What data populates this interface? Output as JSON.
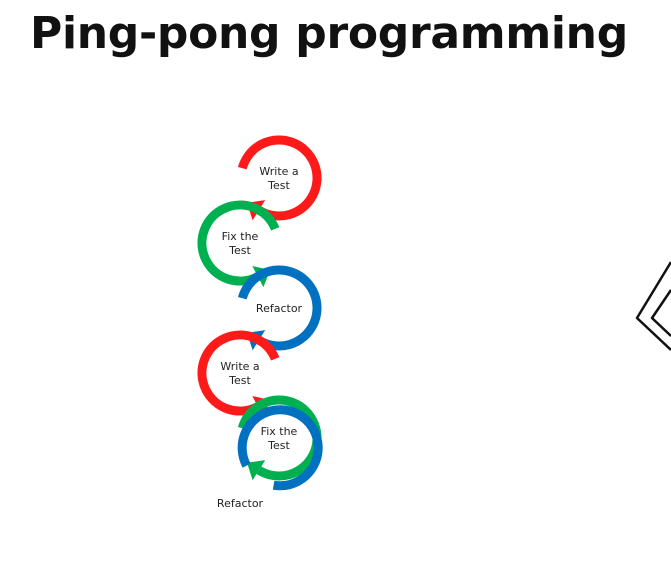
{
  "title": "Ping-pong programming",
  "cycle": [
    {
      "step": "write",
      "lines": [
        "Write a",
        "Test"
      ],
      "color": "#ff1a1a"
    },
    {
      "step": "fix",
      "lines": [
        "Fix the",
        "Test"
      ],
      "color": "#00b050"
    },
    {
      "step": "refactor",
      "lines": [
        "Refactor"
      ],
      "color": "#0070c0"
    },
    {
      "step": "write",
      "lines": [
        "Write a",
        "Test"
      ],
      "color": "#ff1a1a"
    },
    {
      "step": "fix",
      "lines": [
        "Fix the",
        "Test"
      ],
      "color": "#00b050"
    },
    {
      "step": "refactor",
      "lines": [
        "Refactor"
      ],
      "color": "#0070c0"
    }
  ]
}
